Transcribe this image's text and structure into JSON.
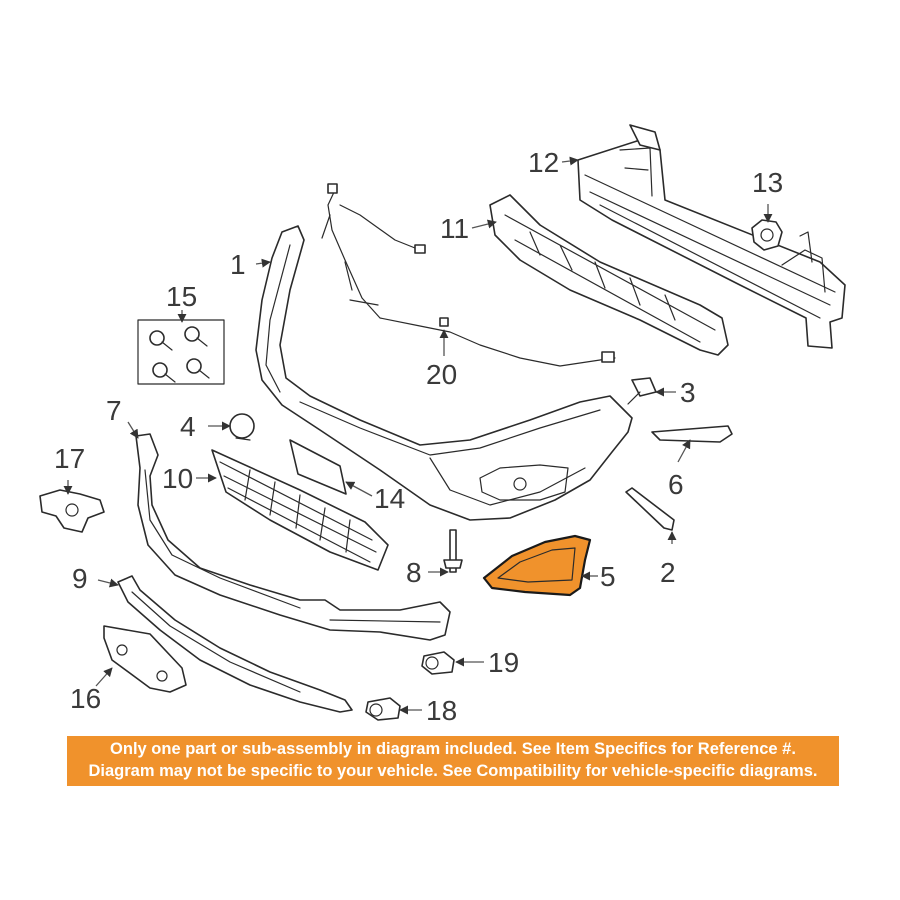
{
  "colors": {
    "highlight_part": "#f0922c",
    "notice_background": "#f0922c",
    "notice_text": "#ffffff",
    "line_art": "#2b2b2b"
  },
  "callouts": [
    {
      "id": "1",
      "label": "1"
    },
    {
      "id": "2",
      "label": "2"
    },
    {
      "id": "3",
      "label": "3"
    },
    {
      "id": "4",
      "label": "4"
    },
    {
      "id": "5",
      "label": "5",
      "highlighted": true
    },
    {
      "id": "6",
      "label": "6"
    },
    {
      "id": "7",
      "label": "7"
    },
    {
      "id": "8",
      "label": "8"
    },
    {
      "id": "9",
      "label": "9"
    },
    {
      "id": "10",
      "label": "10"
    },
    {
      "id": "11",
      "label": "11"
    },
    {
      "id": "12",
      "label": "12"
    },
    {
      "id": "13",
      "label": "13"
    },
    {
      "id": "14",
      "label": "14"
    },
    {
      "id": "15",
      "label": "15"
    },
    {
      "id": "16",
      "label": "16"
    },
    {
      "id": "17",
      "label": "17"
    },
    {
      "id": "18",
      "label": "18"
    },
    {
      "id": "19",
      "label": "19"
    },
    {
      "id": "20",
      "label": "20"
    }
  ],
  "notice": {
    "line1": "Only one part or sub-assembly in diagram included. See Item Specifics for Reference #.",
    "line2": "Diagram may not be specific to your vehicle. See Compatibility for vehicle-specific diagrams."
  }
}
